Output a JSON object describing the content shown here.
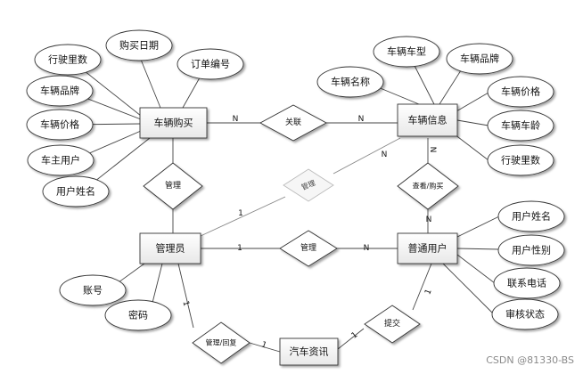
{
  "entities": {
    "car_purchase": "车辆购买",
    "car_info": "车辆信息",
    "admin": "管理员",
    "user": "普通用户",
    "car_news": "汽车资讯"
  },
  "relations": {
    "assoc": "关联",
    "manage_left": "管理",
    "manage_mid": "管理",
    "faded": "管理",
    "view_buy": "查看/购买",
    "reply": "管理/回复",
    "submit": "提交"
  },
  "attributes": {
    "mileage_1": "行驶里数",
    "purchase_date": "购买日期",
    "order_no": "订单编号",
    "brand_1": "车辆品牌",
    "price_1": "车辆价格",
    "owner_user": "车主用户",
    "user_name_1": "用户姓名",
    "model": "车辆车型",
    "brand_2": "车辆品牌",
    "car_name": "车辆名称",
    "price_2": "车辆价格",
    "car_age": "车辆车龄",
    "mileage_2": "行驶里数",
    "user_name_2": "用户姓名",
    "gender": "用户性别",
    "phone": "联系电话",
    "audit": "审核状态",
    "account": "账号",
    "password": "密码"
  },
  "cardinalities": {
    "c1": "N",
    "c2": "N",
    "c3": "N",
    "c4": "N",
    "c5": "1",
    "c6": "1",
    "c7": "N",
    "c8": "N",
    "c9": "1",
    "c10": "1",
    "c11": "1",
    "c12": "1"
  },
  "watermark": "CSDN @81330-BS"
}
